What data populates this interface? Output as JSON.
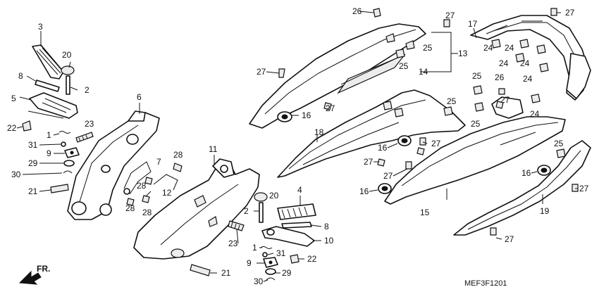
{
  "diagram": {
    "code": "MEF3F1201",
    "front_label": "FR."
  },
  "callouts": {
    "c1a": "1",
    "c1b": "1",
    "c2a": "2",
    "c2b": "2",
    "c3": "3",
    "c4": "4",
    "c5": "5",
    "c6": "6",
    "c7": "7",
    "c8a": "8",
    "c8b": "8",
    "c9a": "9",
    "c9b": "9",
    "c10": "10",
    "c11": "11",
    "c12": "12",
    "c13": "13",
    "c14": "14",
    "c15": "15",
    "c16a": "16",
    "c16b": "16",
    "c16c": "16",
    "c16d": "16",
    "c17": "17",
    "c18": "18",
    "c19": "19",
    "c20a": "20",
    "c20b": "20",
    "c21a": "21",
    "c21b": "21",
    "c22a": "22",
    "c22b": "22",
    "c23a": "23",
    "c23b": "23",
    "c24a": "24",
    "c24b": "24",
    "c24c": "24",
    "c24d": "24",
    "c24e": "24",
    "c24f": "24",
    "c25a": "25",
    "c25b": "25",
    "c25c": "25",
    "c25d": "25",
    "c25e": "25",
    "c25f": "25",
    "c26a": "26",
    "c26b": "26",
    "c27a": "27",
    "c27b": "27",
    "c27c": "27",
    "c27d": "27",
    "c27e": "27",
    "c27f": "27",
    "c27g": "27",
    "c27h": "27",
    "c27i": "27",
    "c27j": "27",
    "c28a": "28",
    "c28b": "28",
    "c28c": "28",
    "c28d": "28",
    "c29a": "29",
    "c29b": "29",
    "c30a": "30",
    "c30b": "30",
    "c31a": "31",
    "c31b": "31"
  }
}
